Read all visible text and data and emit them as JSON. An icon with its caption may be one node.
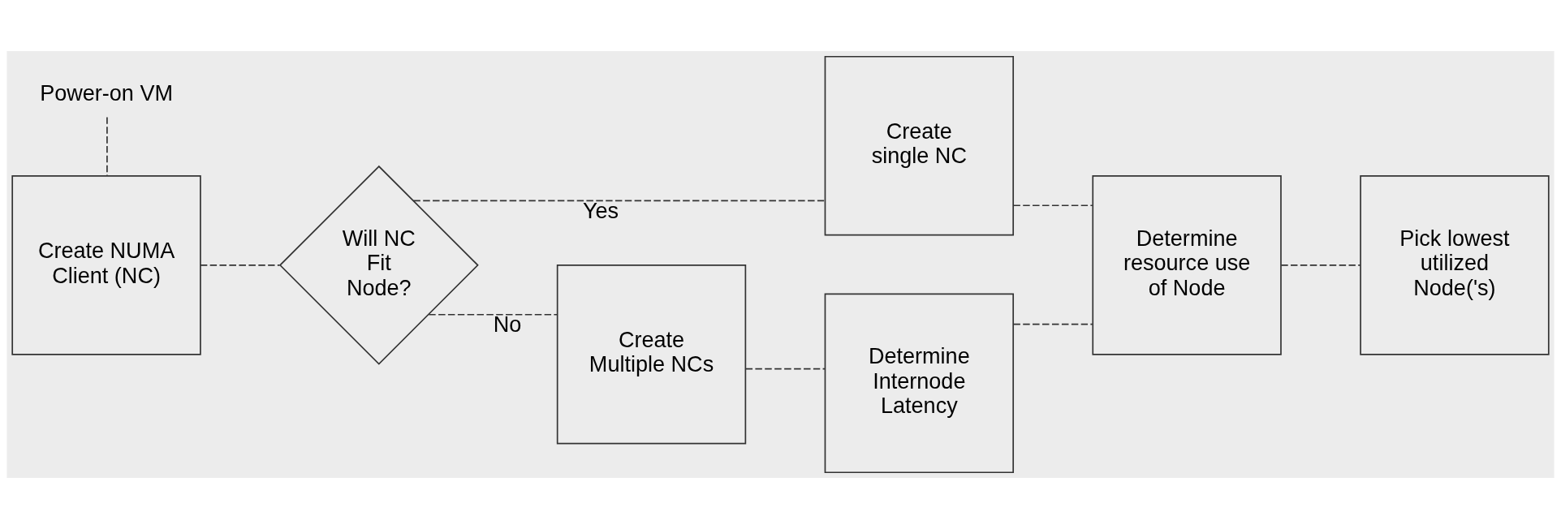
{
  "diagram": {
    "nodes": [
      {
        "text": [
          "Power-on VM"
        ]
      },
      {
        "text": [
          "Create NUMA Client (NC)"
        ]
      },
      {
        "text": [
          "Will NC Fit Node?"
        ]
      },
      {
        "text": [
          "Create single NC"
        ]
      },
      {
        "text": [
          "Create Multiple NCs"
        ]
      },
      {
        "text": [
          "Determine Internode Latency"
        ]
      },
      {
        "text": [
          "Determine resource use of Node"
        ]
      },
      {
        "text": [
          "Pick lowest utilized Node('s)"
        ]
      }
    ],
    "edges": [
      {
        "from": 0,
        "to": 1,
        "arrow": "none",
        "style": "dashed"
      },
      {
        "from": 1,
        "to": 2,
        "arrow": "none",
        "style": "dashed"
      },
      {
        "from": 2,
        "to": 3,
        "arrow": "none",
        "label": "Yes",
        "style": "dashed"
      },
      {
        "from": 2,
        "to": 4,
        "arrow": "none",
        "label": "No",
        "style": "dashed"
      },
      {
        "from": 3,
        "to": 6,
        "arrow": "none",
        "style": "dashed"
      },
      {
        "from": 4,
        "to": 5,
        "arrow": "none",
        "style": "dashed"
      },
      {
        "from": 5,
        "to": 6,
        "arrow": "none",
        "style": "dashed"
      },
      {
        "from": 6,
        "to": 7,
        "arrow": "none",
        "style": "dashed"
      }
    ]
  }
}
